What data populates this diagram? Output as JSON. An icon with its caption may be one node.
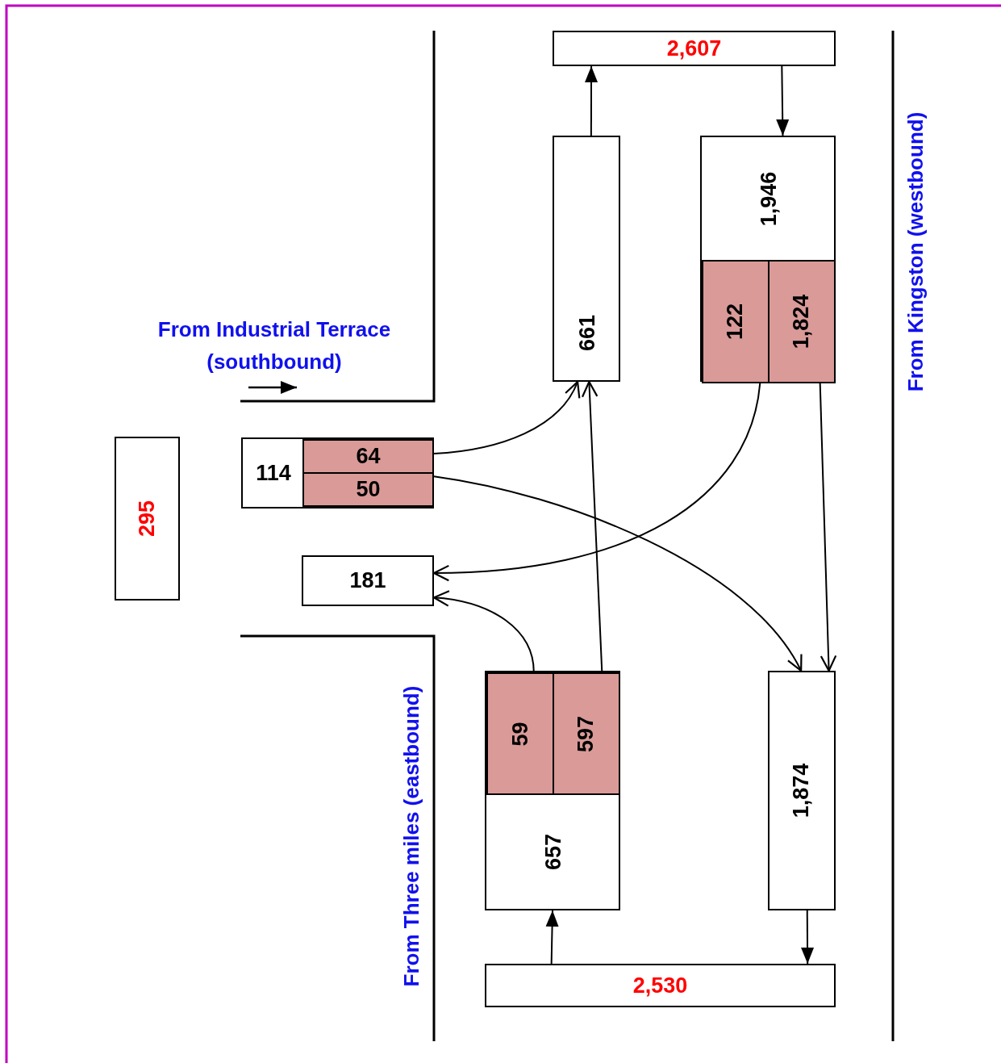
{
  "diagram": {
    "nodes": [
      {
        "text": [
          "2,607"
        ]
      },
      {
        "text": [
          "661"
        ]
      },
      {
        "text": [
          "1,946"
        ]
      },
      {
        "text": [
          "122"
        ],
        "in": 2
      },
      {
        "text": [
          "1,824"
        ],
        "in": 2
      },
      {
        "text": [
          "114"
        ]
      },
      {
        "text": [
          "64"
        ],
        "in": 5
      },
      {
        "text": [
          "50"
        ],
        "in": 5
      },
      {
        "text": [
          "295"
        ]
      },
      {
        "text": [
          "181"
        ]
      },
      {
        "text": [
          "657"
        ]
      },
      {
        "text": [
          "59"
        ],
        "in": 10
      },
      {
        "text": [
          "597"
        ],
        "in": 10
      },
      {
        "text": [
          "1,874"
        ]
      },
      {
        "text": [
          "2,530"
        ]
      }
    ],
    "edges": [
      {
        "from": 1,
        "to": 0,
        "arrow": "to"
      },
      {
        "from": 0,
        "to": 2,
        "arrow": "to"
      },
      {
        "from": 6,
        "to": 1,
        "arrow": "to"
      },
      {
        "from": 7,
        "to": 13,
        "arrow": "to"
      },
      {
        "from": 3,
        "to": 9,
        "arrow": "to"
      },
      {
        "from": 4,
        "to": 13,
        "arrow": "to"
      },
      {
        "from": 11,
        "to": 9,
        "arrow": "to"
      },
      {
        "from": 12,
        "to": 1,
        "arrow": "to"
      },
      {
        "from": 14,
        "to": 10,
        "arrow": "to"
      },
      {
        "from": 13,
        "to": 14,
        "arrow": "to"
      }
    ],
    "labels": [
      "From Industrial Terrace (southbound)",
      "From Kingston (westbound)",
      "From Three miles (eastbound)"
    ]
  }
}
